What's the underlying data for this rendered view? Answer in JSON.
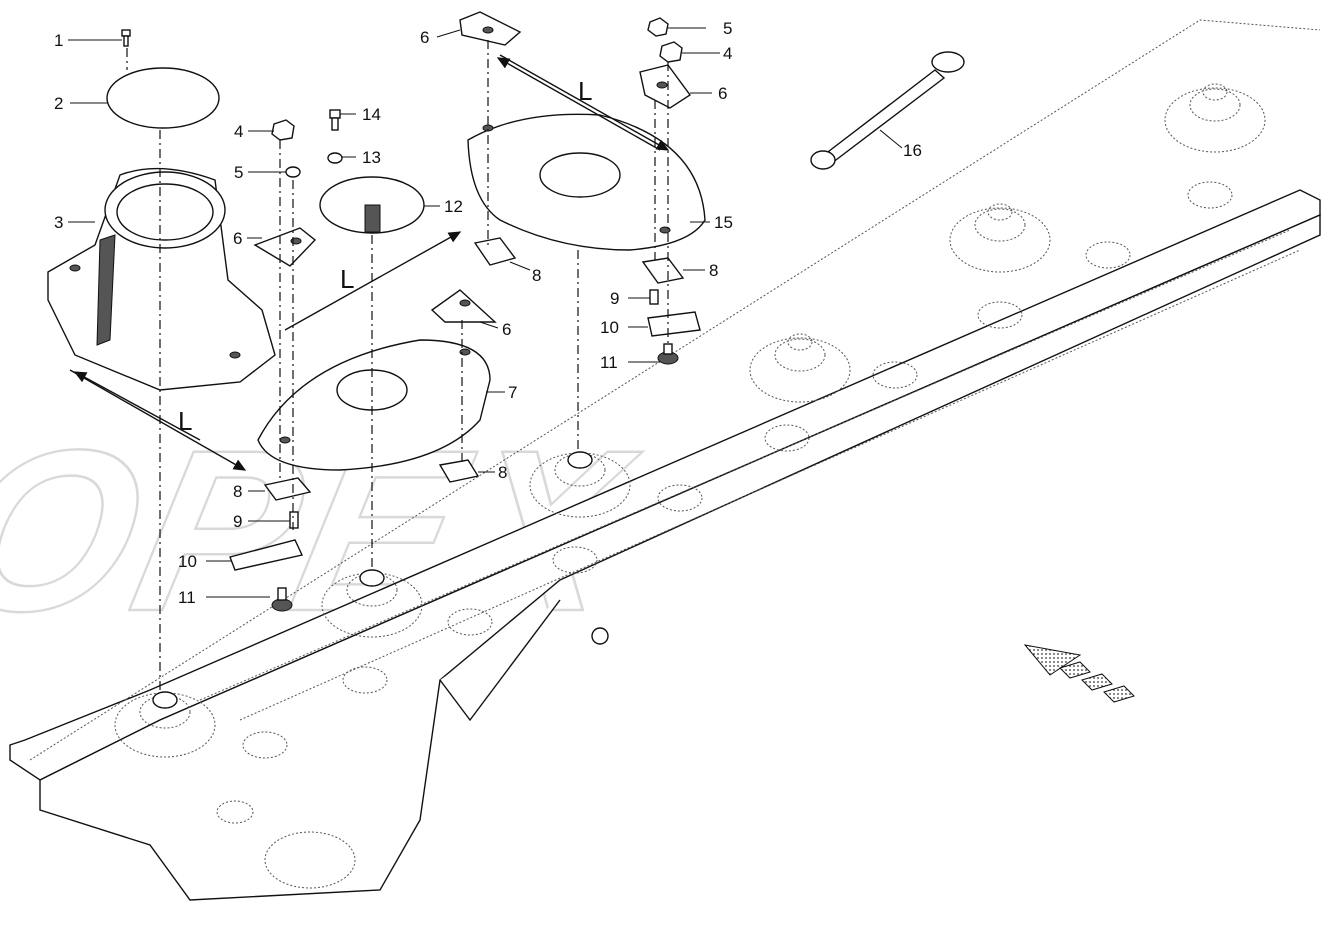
{
  "diagram": {
    "watermark": "OPEX",
    "callouts": [
      {
        "id": "c1",
        "text": "1"
      },
      {
        "id": "c2",
        "text": "2"
      },
      {
        "id": "c3",
        "text": "3"
      },
      {
        "id": "c4a",
        "text": "4"
      },
      {
        "id": "c5a",
        "text": "5"
      },
      {
        "id": "c6a",
        "text": "6"
      },
      {
        "id": "c14",
        "text": "14"
      },
      {
        "id": "c13",
        "text": "13"
      },
      {
        "id": "c12",
        "text": "12"
      },
      {
        "id": "c6b",
        "text": "6"
      },
      {
        "id": "c5b",
        "text": "5"
      },
      {
        "id": "c4b",
        "text": "4"
      },
      {
        "id": "c6c",
        "text": "6"
      },
      {
        "id": "c16",
        "text": "16"
      },
      {
        "id": "c15",
        "text": "15"
      },
      {
        "id": "c8a",
        "text": "8"
      },
      {
        "id": "c8b",
        "text": "8"
      },
      {
        "id": "c9a",
        "text": "9"
      },
      {
        "id": "c10a",
        "text": "10"
      },
      {
        "id": "c11a",
        "text": "11"
      },
      {
        "id": "c6d",
        "text": "6"
      },
      {
        "id": "c7",
        "text": "7"
      },
      {
        "id": "c8c",
        "text": "8"
      },
      {
        "id": "c8d",
        "text": "8"
      },
      {
        "id": "c9b",
        "text": "9"
      },
      {
        "id": "c10b",
        "text": "10"
      },
      {
        "id": "c11b",
        "text": "11"
      }
    ],
    "rotation_labels": [
      "L",
      "L",
      "L"
    ],
    "colors": {
      "line": "#111111",
      "watermark": "#d9d9d9",
      "hatch": "#777777"
    }
  }
}
